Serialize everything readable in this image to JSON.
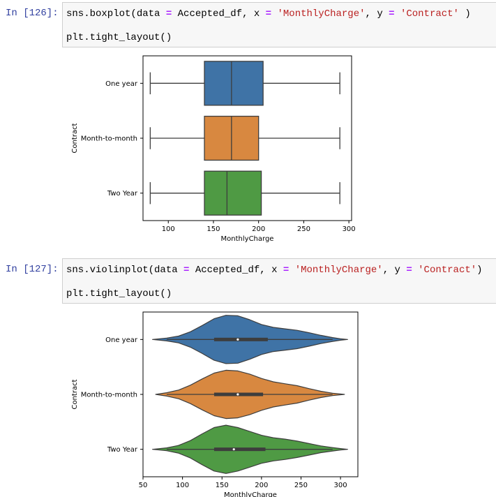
{
  "cells": [
    {
      "prompt": "In [126]:",
      "code": {
        "func": "sns.boxplot",
        "open": "(data ",
        "eq1": "=",
        "arg1": " Accepted_df, x ",
        "eq2": "=",
        "space1": " ",
        "xval": "'MonthlyCharge'",
        "arg2": ", y ",
        "eq3": "=",
        "space2": " ",
        "yval": "'Contract'",
        "close": " )",
        "line2": "plt.tight_layout()"
      }
    },
    {
      "prompt": "In [127]:",
      "code": {
        "func": "sns.violinplot",
        "open": "(data ",
        "eq1": "=",
        "arg1": " Accepted_df, x ",
        "eq2": "=",
        "space1": " ",
        "xval": "'MonthlyCharge'",
        "arg2": ", y ",
        "eq3": "=",
        "space2": " ",
        "yval": "'Contract'",
        "close": ")",
        "line2": "plt.tight_layout()"
      }
    }
  ],
  "chart_data": [
    {
      "type": "box",
      "orientation": "horizontal",
      "xlabel": "MonthlyCharge",
      "ylabel": "Contract",
      "xlim": [
        72,
        303
      ],
      "xticks": [
        100,
        150,
        200,
        250,
        300
      ],
      "categories": [
        "One year",
        "Month-to-month",
        "Two Year"
      ],
      "colors": [
        "#3f73a6",
        "#d88840",
        "#4f9a44"
      ],
      "series": [
        {
          "category": "One year",
          "min": 80,
          "q1": 140,
          "median": 170,
          "q3": 205,
          "max": 290
        },
        {
          "category": "Month-to-month",
          "min": 80,
          "q1": 140,
          "median": 170,
          "q3": 200,
          "max": 290
        },
        {
          "category": "Two Year",
          "min": 80,
          "q1": 140,
          "median": 165,
          "q3": 203,
          "max": 290
        }
      ]
    },
    {
      "type": "violin",
      "orientation": "horizontal",
      "xlabel": "MonthlyCharge",
      "ylabel": "Contract",
      "xlim": [
        50,
        322
      ],
      "xticks": [
        50,
        100,
        150,
        200,
        250,
        300
      ],
      "categories": [
        "One year",
        "Month-to-month",
        "Two Year"
      ],
      "colors": [
        "#3f73a6",
        "#d88840",
        "#4f9a44"
      ],
      "series": [
        {
          "category": "One year",
          "q1": 140,
          "median": 170,
          "q3": 208,
          "whisker_min": 80,
          "whisker_max": 290,
          "density_x": [
            62,
            80,
            95,
            110,
            125,
            140,
            155,
            170,
            185,
            200,
            215,
            230,
            245,
            260,
            275,
            290,
            300,
            309
          ],
          "density": [
            0.0,
            0.06,
            0.14,
            0.32,
            0.58,
            0.86,
            1.0,
            0.98,
            0.82,
            0.62,
            0.5,
            0.44,
            0.38,
            0.28,
            0.17,
            0.08,
            0.03,
            0.0
          ]
        },
        {
          "category": "Month-to-month",
          "q1": 140,
          "median": 170,
          "q3": 202,
          "whisker_min": 80,
          "whisker_max": 290,
          "density_x": [
            66,
            80,
            95,
            110,
            125,
            140,
            155,
            170,
            185,
            200,
            215,
            230,
            245,
            260,
            275,
            290,
            305
          ],
          "density": [
            0.0,
            0.07,
            0.18,
            0.38,
            0.64,
            0.88,
            1.0,
            0.97,
            0.84,
            0.66,
            0.52,
            0.44,
            0.36,
            0.24,
            0.13,
            0.05,
            0.0
          ]
        },
        {
          "category": "Two Year",
          "q1": 140,
          "median": 165,
          "q3": 205,
          "whisker_min": 80,
          "whisker_max": 290,
          "density_x": [
            62,
            80,
            95,
            110,
            125,
            140,
            155,
            170,
            185,
            200,
            215,
            230,
            245,
            260,
            275,
            290,
            300,
            309
          ],
          "density": [
            0.0,
            0.06,
            0.16,
            0.36,
            0.64,
            0.9,
            1.0,
            0.9,
            0.74,
            0.58,
            0.48,
            0.42,
            0.34,
            0.24,
            0.14,
            0.07,
            0.03,
            0.0
          ]
        }
      ]
    }
  ]
}
